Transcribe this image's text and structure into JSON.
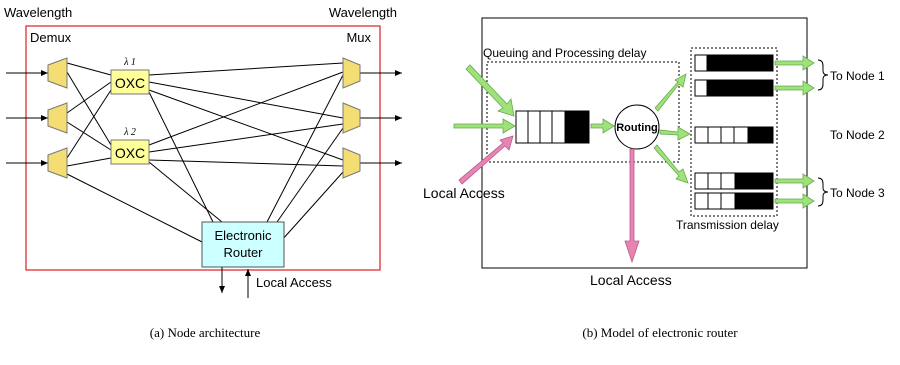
{
  "left": {
    "demux_label_1": "Wavelength",
    "demux_label_2": "Demux",
    "mux_label_1": "Wavelength",
    "mux_label_2": "Mux",
    "lambda1": "λ 1",
    "lambda2": "λ 2",
    "oxc1": "OXC",
    "oxc2": "OXC",
    "router_line1": "Electronic",
    "router_line2": "Router",
    "local_access": "Local Access",
    "caption": "(a) Node architecture"
  },
  "right": {
    "queue_label": "Queuing and Processing delay",
    "routing": "Routing",
    "local_access_in": "Local Access",
    "local_access_out": "Local Access",
    "to_node_1": "To Node 1",
    "to_node_2": "To Node 2",
    "to_node_3": "To Node 3",
    "transmission": "Transmission delay",
    "caption": "(b) Model of electronic router"
  },
  "colors": {
    "frame_red": "#e03030",
    "trapezoid_fill": "#f4de74",
    "oxc_fill": "#ffff99",
    "router_fill": "#ccffff",
    "arrow_green": "#9de37a",
    "arrow_pink": "#e884b4"
  }
}
